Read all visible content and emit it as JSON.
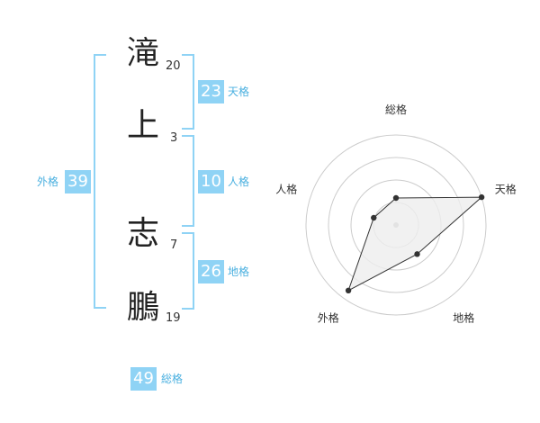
{
  "name": {
    "chars": [
      {
        "char": "滝",
        "strokes": "20"
      },
      {
        "char": "上",
        "strokes": "3"
      },
      {
        "char": "志",
        "strokes": "7"
      },
      {
        "char": "鵬",
        "strokes": "19"
      }
    ]
  },
  "fortunes": {
    "tenkaku": {
      "value": "23",
      "label": "天格"
    },
    "jinkaku": {
      "value": "10",
      "label": "人格"
    },
    "chikaku": {
      "value": "26",
      "label": "地格"
    },
    "gaikaku": {
      "value": "39",
      "label": "外格"
    },
    "soukaku": {
      "value": "49",
      "label": "総格"
    }
  },
  "colors": {
    "accent": "#8fd3f5",
    "accent_text": "#4ab0e0",
    "marker": "#333333",
    "fill": "#eeeeee"
  },
  "chart_data": {
    "type": "radar",
    "axes": [
      "総格",
      "天格",
      "地格",
      "外格",
      "人格"
    ],
    "values": [
      1.5,
      5,
      2,
      4.5,
      1.3
    ],
    "max": 5,
    "rings": 4
  }
}
